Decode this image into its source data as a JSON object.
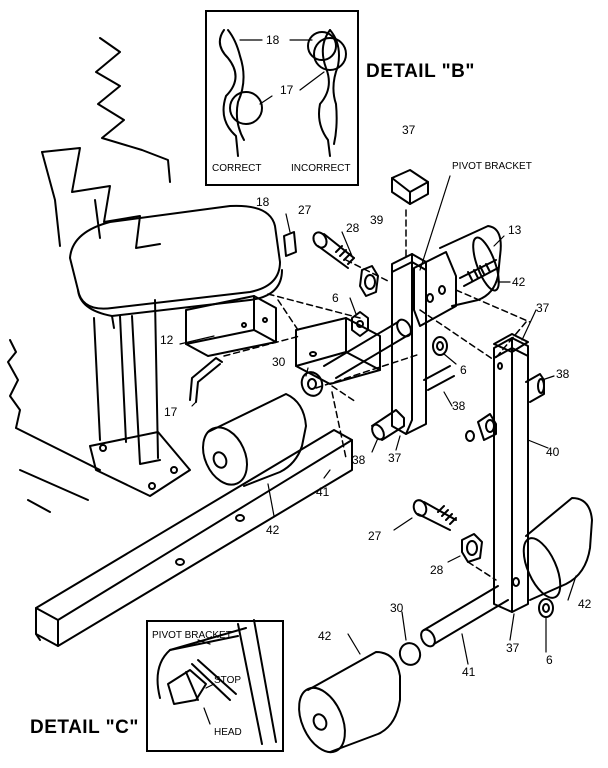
{
  "detail_b": {
    "title": "DETAIL \"B\"",
    "correct": "CORRECT",
    "incorrect": "INCORRECT",
    "part_18": "18",
    "part_17": "17"
  },
  "detail_c": {
    "title": "DETAIL \"C\"",
    "pivot_bracket": "PIVOT BRACKET",
    "stop": "STOP",
    "head": "HEAD"
  },
  "pivot_bracket_label": "PIVOT BRACKET",
  "parts": {
    "p37_top": "37",
    "p18": "18",
    "p27_top": "27",
    "p28_top": "28",
    "p39": "39",
    "p13": "13",
    "p42_right_top": "42",
    "p37_right": "37",
    "p6_upper": "6",
    "p12": "12",
    "p30_upper": "30",
    "p6_mid": "6",
    "p38_right": "38",
    "p17": "17",
    "p38_mid": "38",
    "p38_low": "38",
    "p37_mid": "37",
    "p40": "40",
    "p41_upper": "41",
    "p42_mid": "42",
    "p27_low": "27",
    "p28_low": "28",
    "p42_right_low": "42",
    "p30_low": "30",
    "p42_bottom": "42",
    "p37_low": "37",
    "p6_low": "6",
    "p41_low": "41"
  }
}
